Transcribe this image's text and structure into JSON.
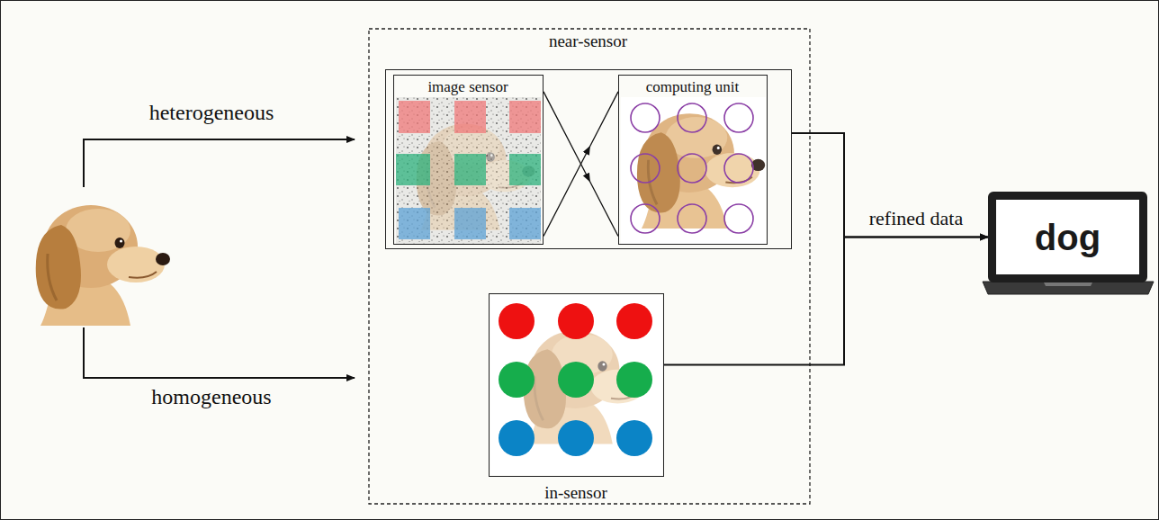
{
  "diagram": {
    "nodes": [
      {
        "text": [
          "near-sensor"
        ]
      },
      {
        "text": [
          "image sensor"
        ],
        "in": 0
      },
      {
        "text": [
          "computing unit"
        ],
        "in": 0
      },
      {
        "text": [
          "in-sensor"
        ]
      },
      {
        "text": [
          "dog"
        ]
      }
    ],
    "edges": [
      {
        "from": 1,
        "to": 2,
        "arrow": "to"
      },
      {
        "from": 1,
        "to": 2,
        "arrow": "to"
      },
      {
        "from": 0,
        "to": 4,
        "arrow": "to",
        "label": "refined data"
      },
      {
        "from": 3,
        "to": 4,
        "arrow": "to"
      }
    ],
    "labels": [
      "heterogeneous",
      "homogeneous"
    ]
  }
}
